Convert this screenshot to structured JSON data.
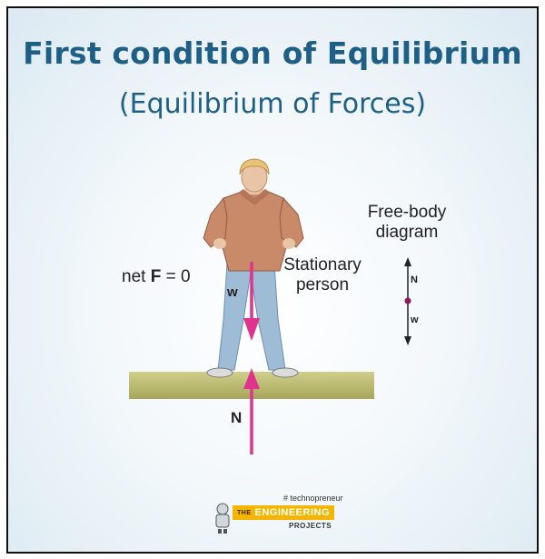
{
  "title": "First condition of Equilibrium",
  "subtitle": "(Equilibrium of Forces)",
  "labels": {
    "net_f_prefix": "net",
    "net_f_bold": "F",
    "net_f_suffix": " = 0",
    "weight": "w",
    "normal": "N",
    "stationary_line1": "Stationary",
    "stationary_line2": "person",
    "fbd_line1": "Free-body",
    "fbd_line2": "diagram",
    "fbd_n": "N",
    "fbd_w": "w"
  },
  "logo": {
    "tagline": "# technopreneur",
    "the": "THE",
    "name": "ENGINEERING",
    "sub": "PROJECTS"
  },
  "colors": {
    "title": "#1e5f86",
    "arrow": "#e0328f",
    "ground": "#b8b872",
    "shirt": "#c98a6a",
    "jeans": "#9fbcd6"
  }
}
